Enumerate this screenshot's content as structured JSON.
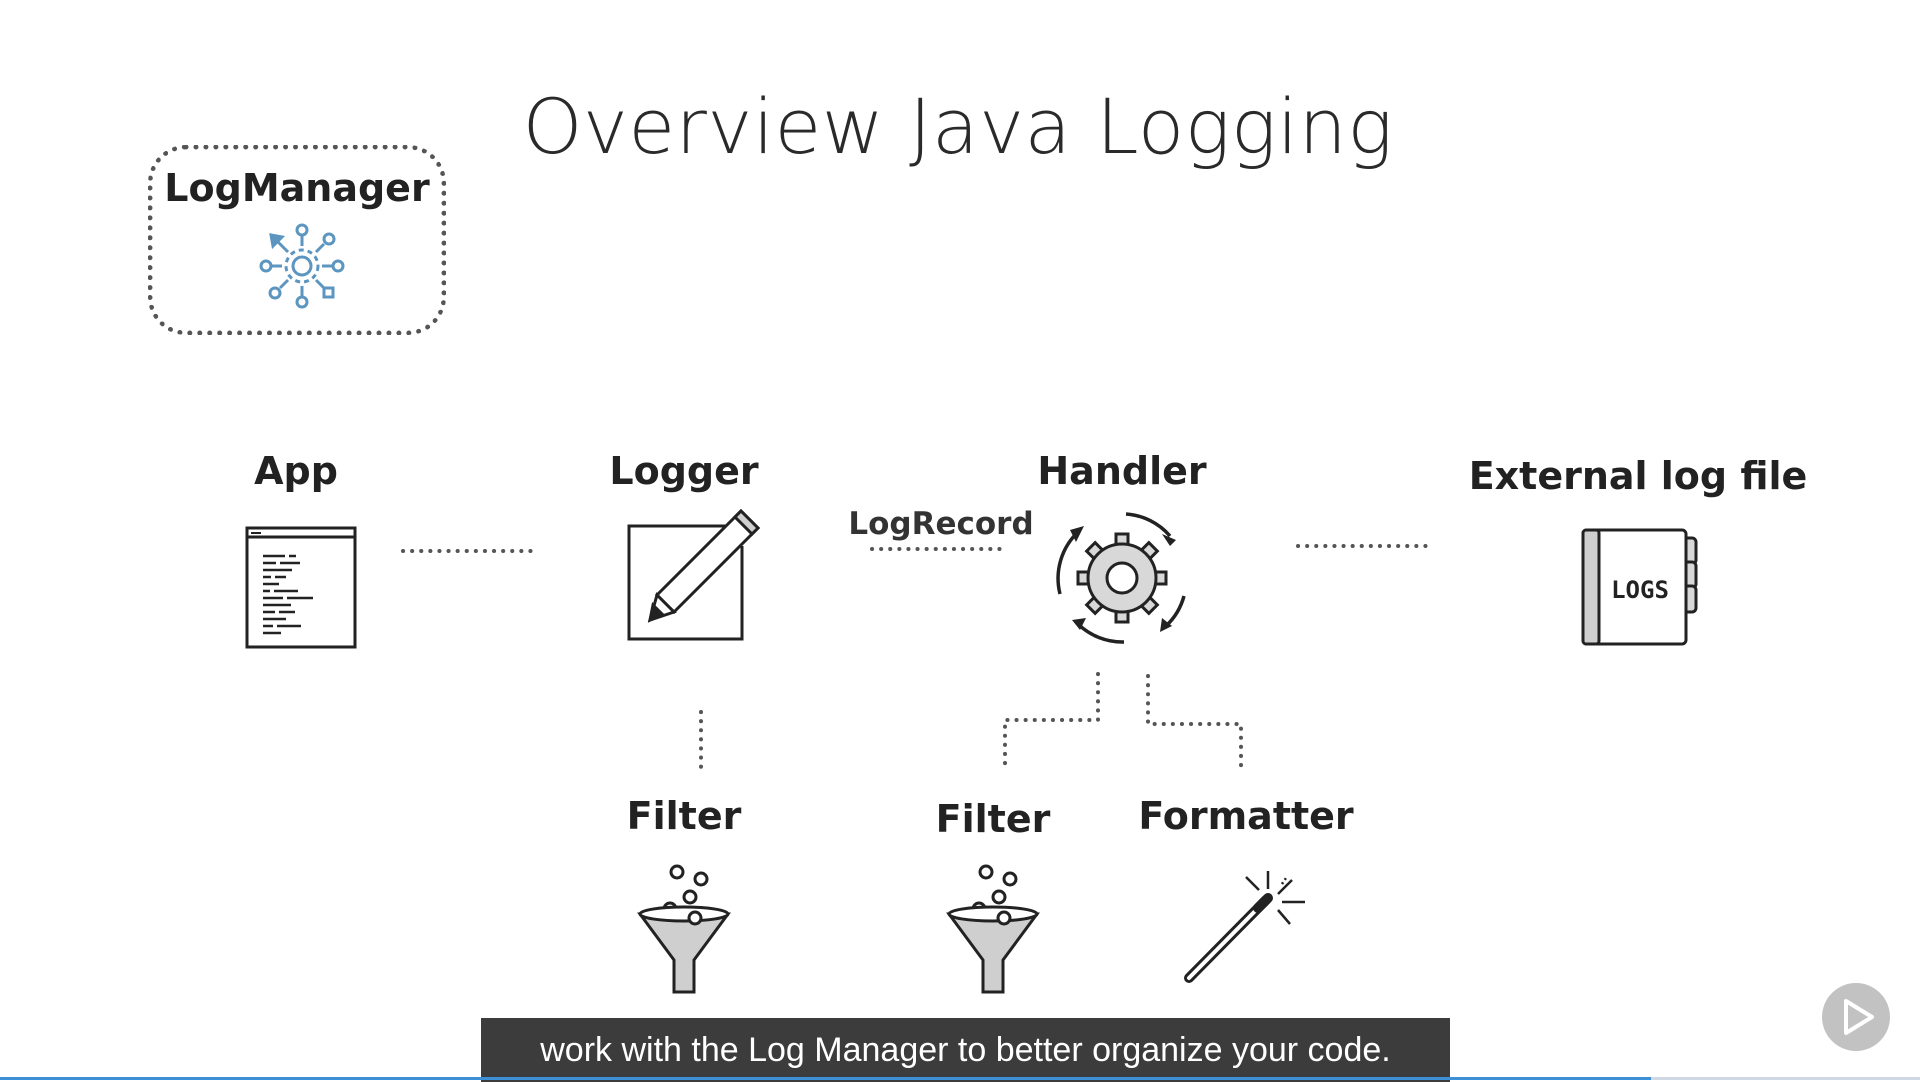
{
  "slide": {
    "title": "Overview Java Logging",
    "log_manager": {
      "label": "LogManager",
      "icon": "network-gear-icon"
    },
    "nodes": {
      "app": {
        "label": "App",
        "icon": "code-window-icon"
      },
      "logger": {
        "label": "Logger",
        "icon": "pencil-edit-icon"
      },
      "handler": {
        "label": "Handler",
        "icon": "gear-cycle-icon"
      },
      "external": {
        "label": "External log file",
        "icon": "logs-book-icon",
        "icon_text": "LOGS"
      },
      "logger_filter": {
        "label": "Filter",
        "icon": "funnel-icon"
      },
      "handler_filter": {
        "label": "Filter",
        "icon": "funnel-icon"
      },
      "formatter": {
        "label": "Formatter",
        "icon": "magic-wand-icon"
      }
    },
    "edge_labels": {
      "logger_handler": "LogRecord"
    }
  },
  "player": {
    "caption": "work with the Log Manager to better organize your code.",
    "progress_percent": 86,
    "play_icon": "play-icon"
  },
  "colors": {
    "accent_blue": "#5b95c0",
    "progress": "#3d8fd6",
    "caption_bg": "#3c3c3c"
  }
}
